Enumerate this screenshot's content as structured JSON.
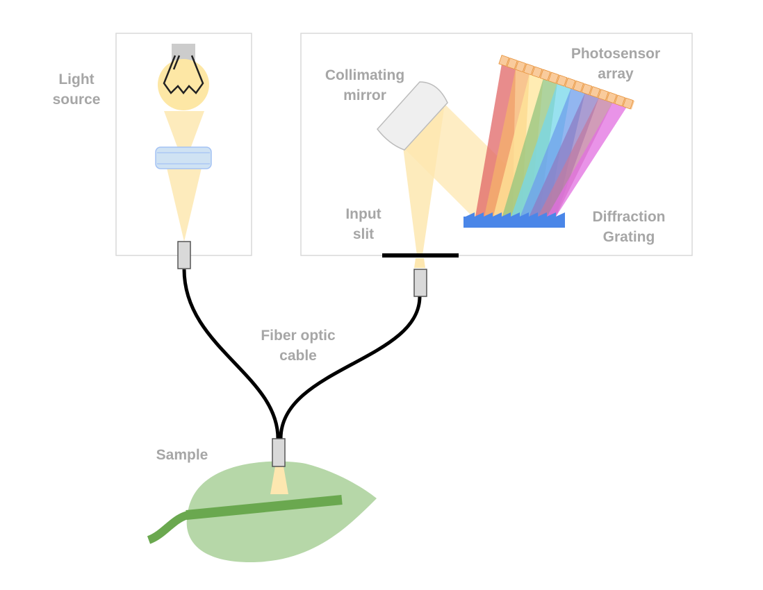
{
  "labels": {
    "light_source": [
      "Light",
      "source"
    ],
    "collimating_mirror": [
      "Collimating",
      "mirror"
    ],
    "photosensor_array": [
      "Photosensor",
      "array"
    ],
    "input_slit": [
      "Input",
      "slit"
    ],
    "diffraction_grating": [
      "Diffraction",
      "Grating"
    ],
    "fiber_optic_cable": [
      "Fiber optic",
      "cable"
    ],
    "sample": [
      "Sample"
    ]
  },
  "colors": {
    "label": "#a6a6a6",
    "box_border": "#d9d9d9",
    "light_beam": "#fde7b0",
    "bulb": "#fde7a5",
    "lens": "#cfe2f3",
    "cable": "#000000",
    "connector": "#d9d9d9",
    "grating": "#4a86e8",
    "leaf": "#b6d7a8",
    "leaf_vein": "#6aa84f",
    "sensor": "#f9cb9c",
    "spectrum": [
      "#e06666",
      "#f6b26b",
      "#ffe599",
      "#93c47d",
      "#76d7ea",
      "#6d9eeb",
      "#8e7cc3",
      "#c27ba0",
      "#e26fe0"
    ]
  }
}
